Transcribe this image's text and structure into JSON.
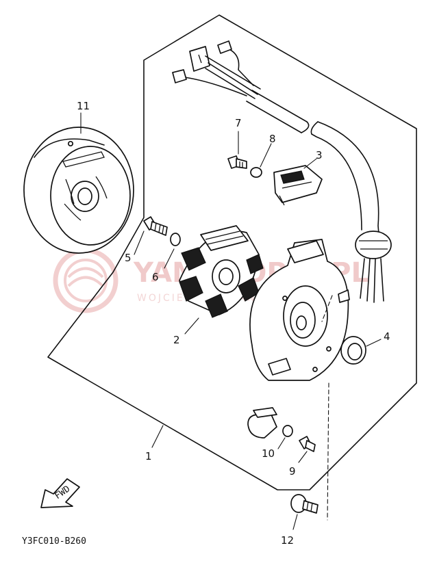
{
  "diagram": {
    "callouts": {
      "p1": "1",
      "p2": "2",
      "p3": "3",
      "p4": "4",
      "p5": "5",
      "p6": "6",
      "p7": "7",
      "p8": "8",
      "p9": "9",
      "p10": "10",
      "p11": "11",
      "p12": "12"
    },
    "fwd_label": "FWD",
    "drawing_code": "Y3FC010-B260"
  },
  "watermark": {
    "brand": "YAMAHOPEP.PL",
    "tagline": "WOJCIECH STEFANIAK"
  },
  "colors": {
    "ink": "#111111",
    "watermark": "#e8a8a8",
    "background": "#ffffff"
  }
}
